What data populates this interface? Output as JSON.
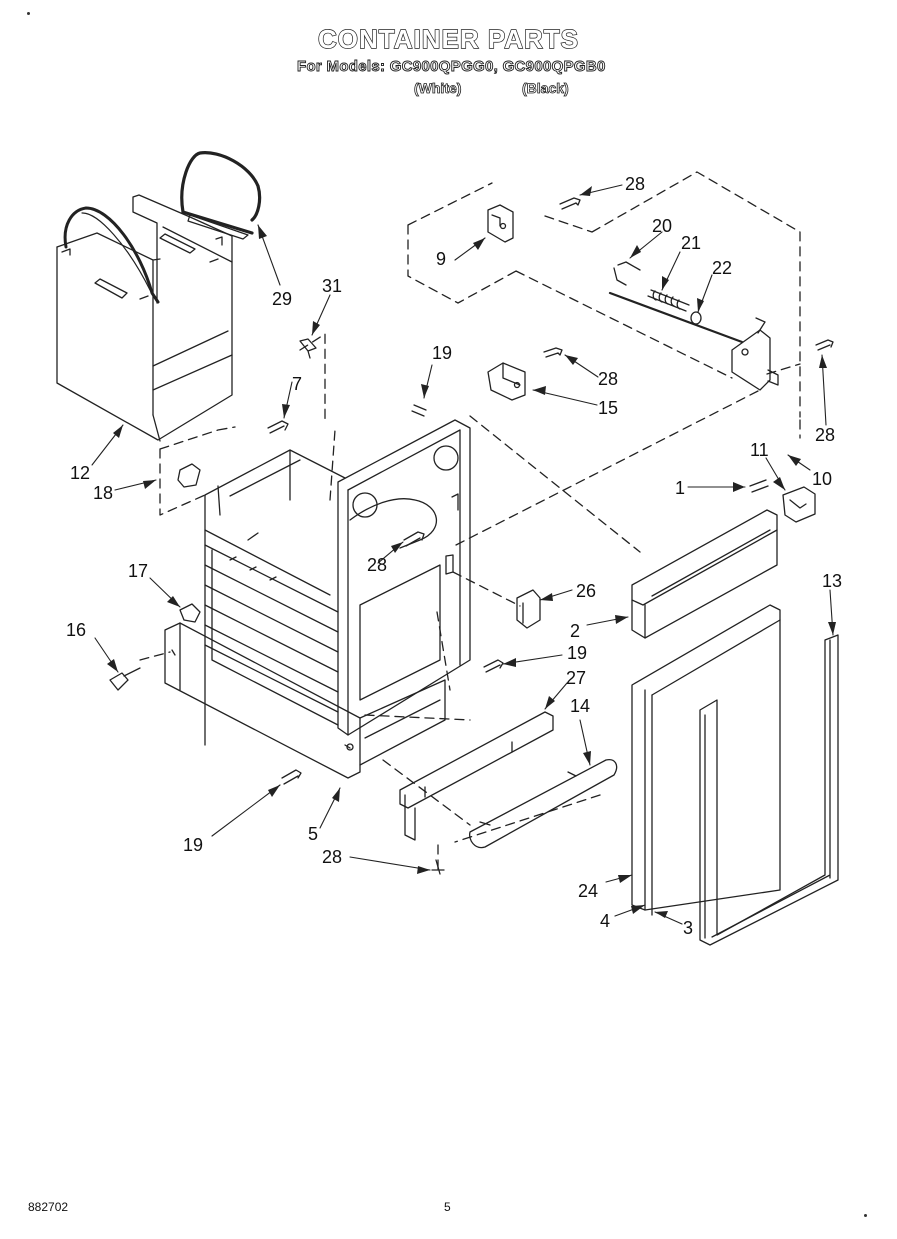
{
  "header": {
    "title": "CONTAINER PARTS",
    "subtitle": "For Models: GC900QPGG0, GC900QPGB0",
    "variant_white": "(White)",
    "variant_black": "(Black)"
  },
  "callouts": [
    "28",
    "9",
    "20",
    "21",
    "22",
    "29",
    "31",
    "19",
    "28",
    "15",
    "28",
    "10",
    "11",
    "1",
    "7",
    "12",
    "18",
    "28",
    "17",
    "26",
    "2",
    "13",
    "16",
    "19",
    "27",
    "14",
    "5",
    "19",
    "28",
    "24",
    "4",
    "3"
  ],
  "footer": {
    "doc_number": "882702",
    "page_number": "5"
  },
  "colors": {
    "line": "#222222",
    "paper": "#ffffff"
  }
}
